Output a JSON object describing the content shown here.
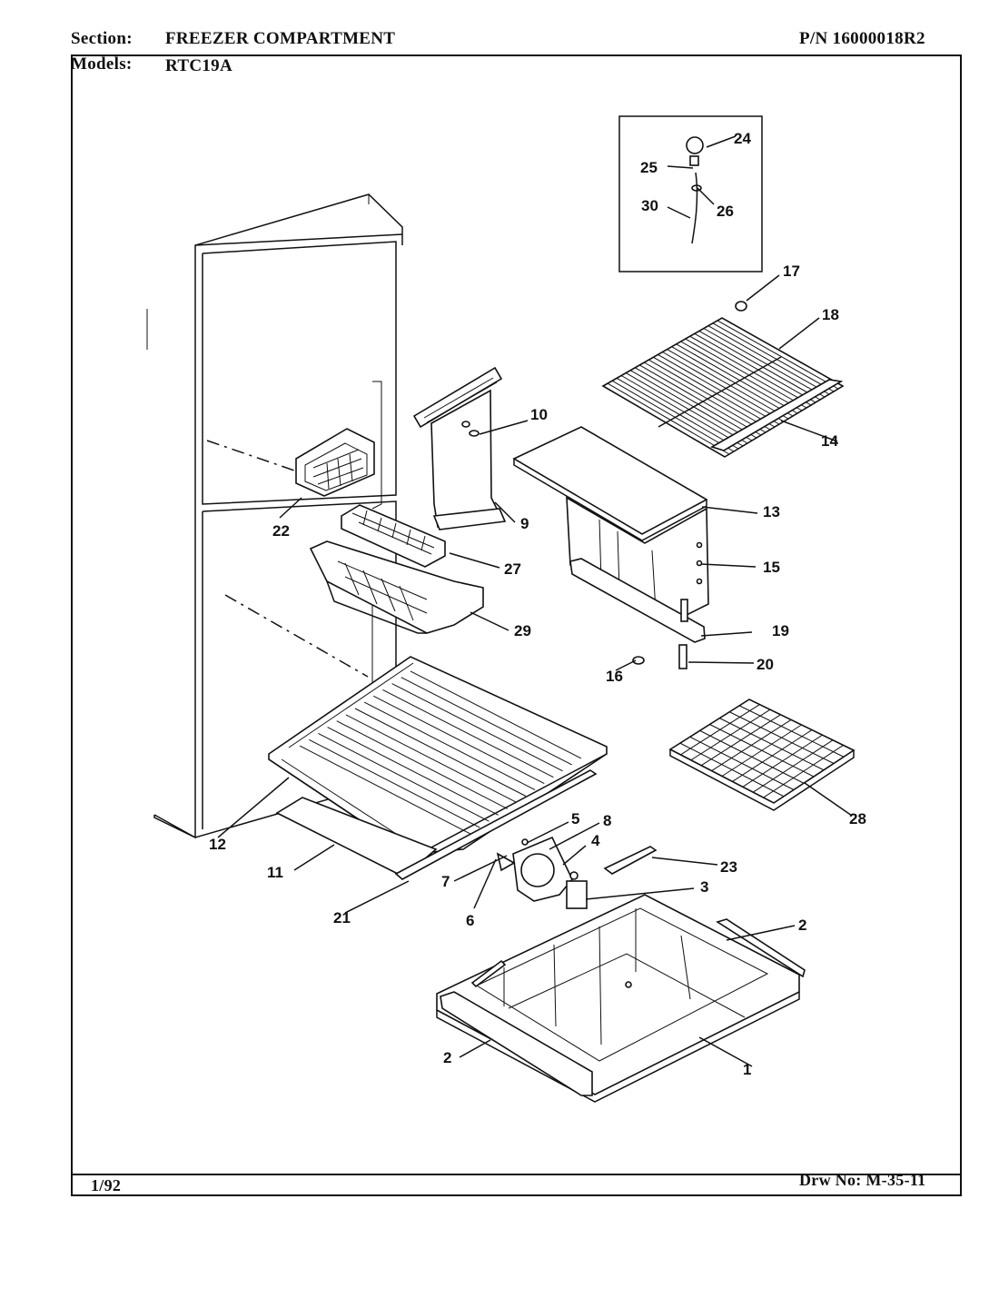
{
  "header": {
    "section_label": "Section:",
    "section_value": "FREEZER COMPARTMENT",
    "models_label": "Models:",
    "models_value": "RTC19A",
    "part_number": "P/N 16000018R2"
  },
  "footer": {
    "date": "1/92",
    "drawing_number": "Drw No: M-35-11"
  },
  "callouts": {
    "c1": "1",
    "c2a": "2",
    "c2b": "2",
    "c3": "3",
    "c4": "4",
    "c5": "5",
    "c6": "6",
    "c7": "7",
    "c8": "8",
    "c9": "9",
    "c10": "10",
    "c11": "11",
    "c12": "12",
    "c13": "13",
    "c14": "14",
    "c15": "15",
    "c16": "16",
    "c17": "17",
    "c18": "18",
    "c19": "19",
    "c20": "20",
    "c21": "21",
    "c22": "22",
    "c23": "23",
    "c24": "24",
    "c25": "25",
    "c26": "26",
    "c27": "27",
    "c28": "28",
    "c29": "29",
    "c30": "30"
  }
}
